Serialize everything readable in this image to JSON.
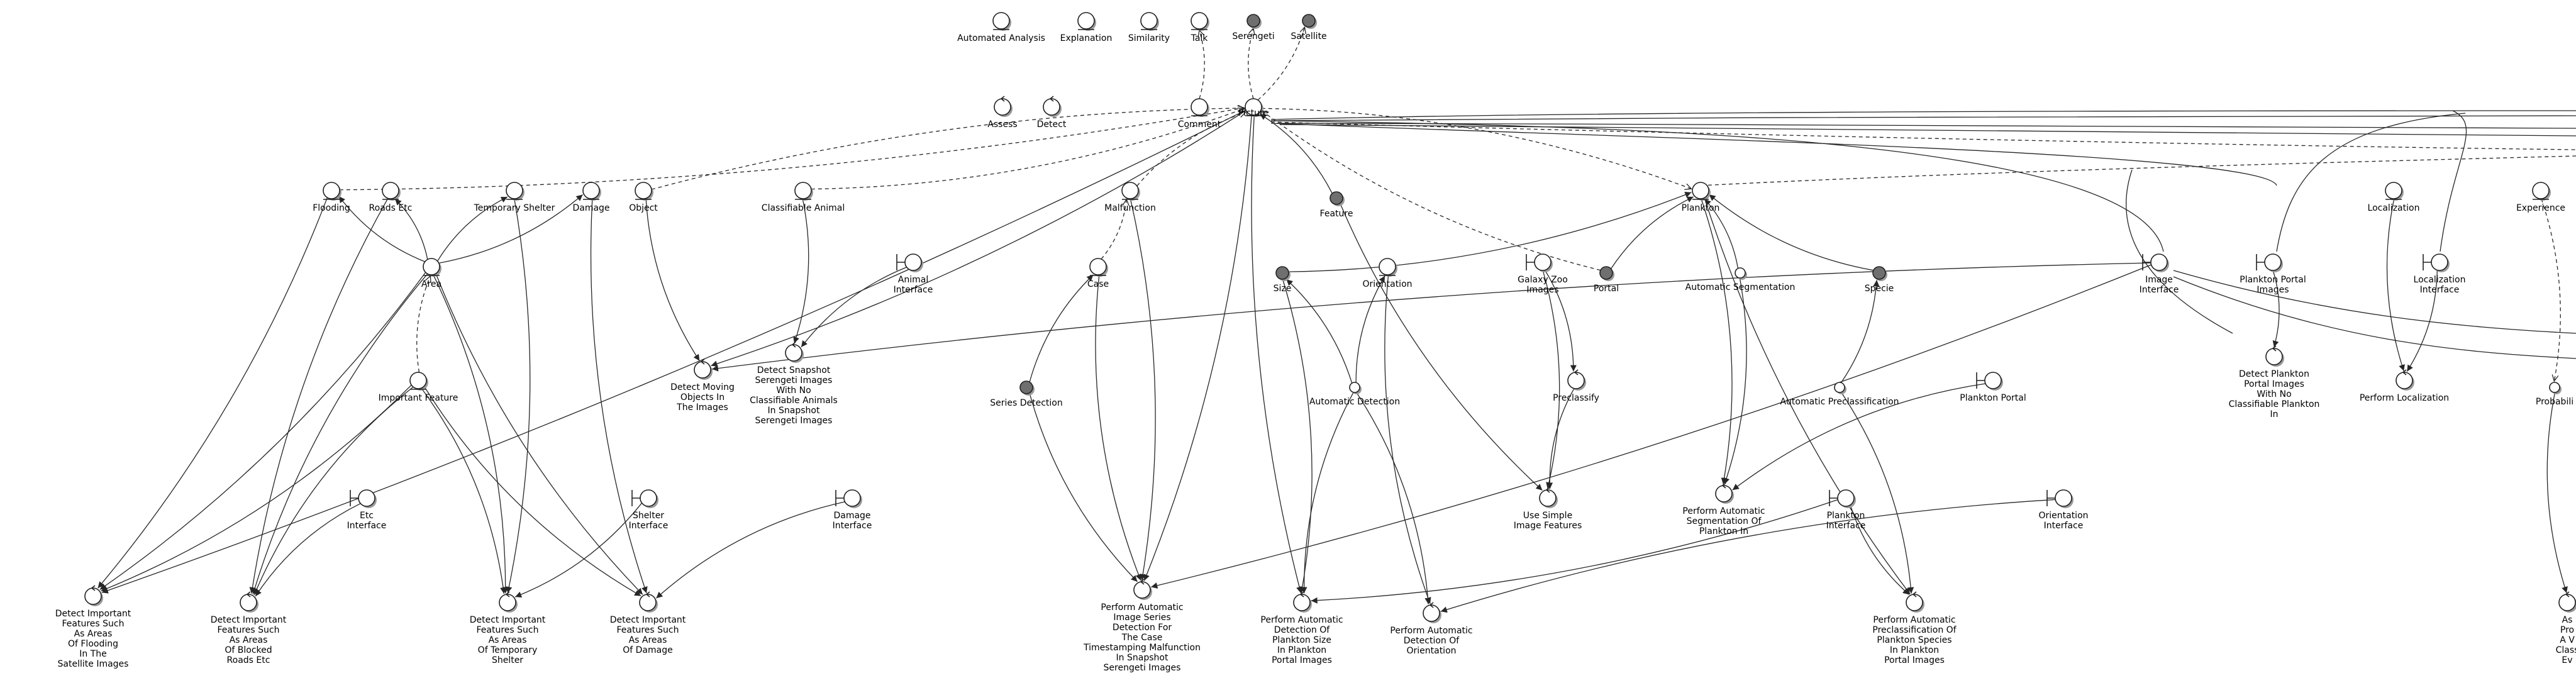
{
  "nodes": [
    {
      "id": "automated_analysis",
      "label": "Automated Analysis",
      "kind": "entity"
    },
    {
      "id": "explanation",
      "label": "Explanation",
      "kind": "entity"
    },
    {
      "id": "similarity",
      "label": "Similarity",
      "kind": "entity"
    },
    {
      "id": "talk",
      "label": "Talk",
      "kind": "entity"
    },
    {
      "id": "serengeti",
      "label": "Serengeti",
      "kind": "entity",
      "filled": true
    },
    {
      "id": "satellite",
      "label": "Satellite",
      "kind": "entity",
      "filled": true
    },
    {
      "id": "assess",
      "label": "Assess",
      "kind": "control"
    },
    {
      "id": "detect",
      "label": "Detect",
      "kind": "control"
    },
    {
      "id": "comment",
      "label": "Comment",
      "kind": "entity"
    },
    {
      "id": "picture",
      "label": "Picture",
      "kind": "entity"
    },
    {
      "id": "flooding",
      "label": "Flooding",
      "kind": "entity"
    },
    {
      "id": "roads_etc",
      "label": "Roads Etc",
      "kind": "entity"
    },
    {
      "id": "temporary_shelter",
      "label": "Temporary Shelter",
      "kind": "entity"
    },
    {
      "id": "damage",
      "label": "Damage",
      "kind": "entity"
    },
    {
      "id": "object",
      "label": "Object",
      "kind": "entity"
    },
    {
      "id": "classifiable_animal",
      "label": "Classifiable Animal",
      "kind": "entity"
    },
    {
      "id": "malfunction",
      "label": "Malfunction",
      "kind": "entity"
    },
    {
      "id": "feature",
      "label": "Feature",
      "kind": "entity",
      "filled": true
    },
    {
      "id": "plankton",
      "label": "Plankton",
      "kind": "entity"
    },
    {
      "id": "localization",
      "label": "Localization",
      "kind": "entity"
    },
    {
      "id": "experience",
      "label": "Experience",
      "kind": "entity"
    },
    {
      "id": "area",
      "label": "Area",
      "kind": "entity"
    },
    {
      "id": "animal_interface",
      "label": "Animal\nInterface",
      "kind": "boundary"
    },
    {
      "id": "case",
      "label": "Case",
      "kind": "entity"
    },
    {
      "id": "size",
      "label": "Size",
      "kind": "entity",
      "filled": true
    },
    {
      "id": "orientation",
      "label": "Orientation",
      "kind": "entity"
    },
    {
      "id": "galaxy_zoo_images",
      "label": "Galaxy Zoo\nImages",
      "kind": "boundary"
    },
    {
      "id": "portal",
      "label": "Portal",
      "kind": "entity",
      "filled": true
    },
    {
      "id": "automatic_segmentation",
      "label": "Automatic Segmentation",
      "kind": "entity"
    },
    {
      "id": "specie",
      "label": "Specie",
      "kind": "entity",
      "filled": true
    },
    {
      "id": "image_interface",
      "label": "Image\nInterface",
      "kind": "boundary"
    },
    {
      "id": "plankton_portal_images",
      "label": "Plankton Portal\nImages",
      "kind": "boundary"
    },
    {
      "id": "localization_interface",
      "label": "Localization\nInterface",
      "kind": "boundary"
    },
    {
      "id": "detect_moving_objects",
      "label": "Detect Moving\nObjects In\nThe Images",
      "kind": "control"
    },
    {
      "id": "detect_snapshot_serengeti",
      "label": "Detect Snapshot\nSerengeti Images\nWith No\nClassifiable Animals\nIn Snapshot\nSerengeti Images",
      "kind": "control"
    },
    {
      "id": "important_feature",
      "label": "Important Feature",
      "kind": "entity"
    },
    {
      "id": "series_detection",
      "label": "Series Detection",
      "kind": "entity",
      "filled": true
    },
    {
      "id": "automatic_detection",
      "label": "Automatic Detection",
      "kind": "entity"
    },
    {
      "id": "preclassify",
      "label": "Preclassify",
      "kind": "control"
    },
    {
      "id": "automatic_preclassification",
      "label": "Automatic Preclassification",
      "kind": "entity"
    },
    {
      "id": "plankton_portal",
      "label": "Plankton Portal",
      "kind": "boundary"
    },
    {
      "id": "detect_plankton_portal_images",
      "label": "Detect Plankton\nPortal Images\nWith No\nClassifiable Plankton\nIn",
      "kind": "control"
    },
    {
      "id": "perform_localization",
      "label": "Perform Localization",
      "kind": "control"
    },
    {
      "id": "probability",
      "label": "Probabili",
      "kind": "entity"
    },
    {
      "id": "etc_interface",
      "label": "Etc\nInterface",
      "kind": "boundary"
    },
    {
      "id": "shelter_interface",
      "label": "Shelter\nInterface",
      "kind": "boundary"
    },
    {
      "id": "damage_interface",
      "label": "Damage\nInterface",
      "kind": "boundary"
    },
    {
      "id": "use_simple_image_features",
      "label": "Use Simple\nImage Features",
      "kind": "control"
    },
    {
      "id": "perform_automatic_segmentation",
      "label": "Perform Automatic\nSegmentation Of\nPlankton In",
      "kind": "control"
    },
    {
      "id": "plankton_interface",
      "label": "Plankton\nInterface",
      "kind": "boundary"
    },
    {
      "id": "orientation_interface",
      "label": "Orientation\nInterface",
      "kind": "boundary"
    },
    {
      "id": "detect_flooding",
      "label": "Detect Important\nFeatures Such\nAs Areas\nOf Flooding\nIn The\nSatellite Images",
      "kind": "control"
    },
    {
      "id": "detect_blocked_roads",
      "label": "Detect Important\nFeatures Such\nAs Areas\nOf Blocked\nRoads Etc",
      "kind": "control"
    },
    {
      "id": "detect_temporary_shelter",
      "label": "Detect Important\nFeatures Such\nAs Areas\nOf Temporary\nShelter",
      "kind": "control"
    },
    {
      "id": "detect_damage",
      "label": "Detect Important\nFeatures Such\nAs Areas\nOf Damage",
      "kind": "control"
    },
    {
      "id": "perform_series_detection",
      "label": "Perform Automatic\nImage Series\nDetection For\nThe Case\nTimestamping Malfunction\nIn Snapshot\nSerengeti Images",
      "kind": "control"
    },
    {
      "id": "perform_detection_plankton_size",
      "label": "Perform Automatic\nDetection Of\nPlankton Size\nIn Plankton\nPortal Images",
      "kind": "control"
    },
    {
      "id": "perform_detection_orientation",
      "label": "Perform Automatic\nDetection Of\nOrientation",
      "kind": "control"
    },
    {
      "id": "perform_preclassification_plankton",
      "label": "Perform Automatic\nPreclassification Of\nPlankton Species\nIn Plankton\nPortal Images",
      "kind": "control"
    },
    {
      "id": "assess_cut",
      "label": "As\nPro\nA V\nClass\nEv",
      "kind": "control"
    }
  ],
  "edges": [
    {
      "from": "comment",
      "to": "talk",
      "style": "dashed"
    },
    {
      "from": "picture",
      "to": "serengeti",
      "style": "dashed"
    },
    {
      "from": "picture",
      "to": "satellite",
      "style": "dashed"
    },
    {
      "from": "area",
      "to": "flooding",
      "style": "solid"
    },
    {
      "from": "area",
      "to": "roads_etc",
      "style": "solid"
    },
    {
      "from": "area",
      "to": "temporary_shelter",
      "style": "solid"
    },
    {
      "from": "area",
      "to": "damage",
      "style": "solid"
    },
    {
      "from": "important_feature",
      "to": "area",
      "style": "dashed"
    },
    {
      "from": "flooding",
      "to": "picture",
      "style": "dashed"
    },
    {
      "from": "object",
      "to": "picture",
      "style": "dashed"
    },
    {
      "from": "classifiable_animal",
      "to": "picture",
      "style": "dashed"
    },
    {
      "from": "malfunction",
      "to": "picture",
      "style": "dashed"
    },
    {
      "from": "case",
      "to": "malfunction",
      "style": "dashed"
    },
    {
      "from": "series_detection",
      "to": "case",
      "style": "solid"
    },
    {
      "from": "feature",
      "to": "picture",
      "style": "solid"
    },
    {
      "from": "portal",
      "to": "picture",
      "style": "dashed"
    },
    {
      "from": "size",
      "to": "plankton",
      "style": "solid"
    },
    {
      "from": "portal",
      "to": "plankton",
      "style": "solid"
    },
    {
      "from": "automatic_segmentation",
      "to": "plankton",
      "style": "solid"
    },
    {
      "from": "specie",
      "to": "plankton",
      "style": "solid"
    },
    {
      "from": "automatic_detection",
      "to": "size",
      "style": "solid"
    },
    {
      "from": "automatic_detection",
      "to": "orientation",
      "style": "solid"
    },
    {
      "from": "automatic_preclassification",
      "to": "specie",
      "style": "solid"
    },
    {
      "from": "galaxy_zoo_images",
      "to": "preclassify",
      "style": "solid"
    },
    {
      "from": "preclassify",
      "to": "use_simple_image_features",
      "style": "solid"
    },
    {
      "from": "galaxy_zoo_images",
      "to": "use_simple_image_features",
      "style": "solid"
    },
    {
      "from": "feature",
      "to": "use_simple_image_features",
      "style": "solid"
    },
    {
      "from": "plankton_portal_images",
      "to": "detect_plankton_portal_images",
      "style": "solid"
    },
    {
      "from": "localization",
      "to": "perform_localization",
      "style": "solid"
    },
    {
      "from": "localization_interface",
      "to": "perform_localization",
      "style": "solid"
    },
    {
      "from": "animal_interface",
      "to": "detect_snapshot_serengeti",
      "style": "solid"
    },
    {
      "from": "classifiable_animal",
      "to": "detect_snapshot_serengeti",
      "style": "solid"
    },
    {
      "from": "object",
      "to": "detect_moving_objects",
      "style": "solid"
    },
    {
      "from": "picture",
      "to": "detect_moving_objects",
      "style": "solid"
    },
    {
      "from": "etc_interface",
      "to": "detect_blocked_roads",
      "style": "solid"
    },
    {
      "from": "shelter_interface",
      "to": "detect_temporary_shelter",
      "style": "solid"
    },
    {
      "from": "damage_interface",
      "to": "detect_damage",
      "style": "solid"
    },
    {
      "from": "important_feature",
      "to": "detect_flooding",
      "style": "solid"
    },
    {
      "from": "important_feature",
      "to": "detect_blocked_roads",
      "style": "solid"
    },
    {
      "from": "important_feature",
      "to": "detect_temporary_shelter",
      "style": "solid"
    },
    {
      "from": "important_feature",
      "to": "detect_damage",
      "style": "solid"
    },
    {
      "from": "area",
      "to": "detect_flooding",
      "style": "solid"
    },
    {
      "from": "area",
      "to": "detect_blocked_roads",
      "style": "solid"
    },
    {
      "from": "area",
      "to": "detect_temporary_shelter",
      "style": "solid"
    },
    {
      "from": "area",
      "to": "detect_damage",
      "style": "solid"
    },
    {
      "from": "flooding",
      "to": "detect_flooding",
      "style": "solid"
    },
    {
      "from": "roads_etc",
      "to": "detect_blocked_roads",
      "style": "solid"
    },
    {
      "from": "temporary_shelter",
      "to": "detect_temporary_shelter",
      "style": "solid"
    },
    {
      "from": "damage",
      "to": "detect_damage",
      "style": "solid"
    },
    {
      "from": "picture",
      "to": "detect_flooding",
      "style": "solid"
    },
    {
      "from": "series_detection",
      "to": "perform_series_detection",
      "style": "solid"
    },
    {
      "from": "malfunction",
      "to": "perform_series_detection",
      "style": "solid"
    },
    {
      "from": "case",
      "to": "perform_series_detection",
      "style": "solid"
    },
    {
      "from": "picture",
      "to": "perform_series_detection",
      "style": "solid"
    },
    {
      "from": "automatic_detection",
      "to": "perform_detection_plankton_size",
      "style": "solid"
    },
    {
      "from": "size",
      "to": "perform_detection_plankton_size",
      "style": "solid"
    },
    {
      "from": "picture",
      "to": "perform_detection_plankton_size",
      "style": "solid"
    },
    {
      "from": "automatic_detection",
      "to": "perform_detection_orientation",
      "style": "solid"
    },
    {
      "from": "orientation",
      "to": "perform_detection_orientation",
      "style": "solid"
    },
    {
      "from": "automatic_segmentation",
      "to": "perform_automatic_segmentation",
      "style": "solid"
    },
    {
      "from": "plankton_portal",
      "to": "perform_automatic_segmentation",
      "style": "solid"
    },
    {
      "from": "plankton",
      "to": "perform_automatic_segmentation",
      "style": "solid"
    },
    {
      "from": "plankton_interface",
      "to": "perform_preclassification_plankton",
      "style": "solid"
    },
    {
      "from": "automatic_preclassification",
      "to": "perform_preclassification_plankton",
      "style": "solid"
    },
    {
      "from": "plankton",
      "to": "perform_preclassification_plankton",
      "style": "solid"
    },
    {
      "from": "plankton_interface",
      "to": "perform_detection_plankton_size",
      "style": "solid"
    },
    {
      "from": "orientation_interface",
      "to": "perform_detection_orientation",
      "style": "solid"
    },
    {
      "from": "image_interface",
      "to": "perform_series_detection",
      "style": "solid"
    },
    {
      "from": "image_interface",
      "to": "detect_moving_objects",
      "style": "solid"
    },
    {
      "from": "experience",
      "to": "probability",
      "style": "dashed"
    },
    {
      "from": "probability",
      "to": "assess_cut",
      "style": "solid"
    },
    {
      "from": "picture",
      "to": "plankton",
      "style": "dashed"
    }
  ]
}
